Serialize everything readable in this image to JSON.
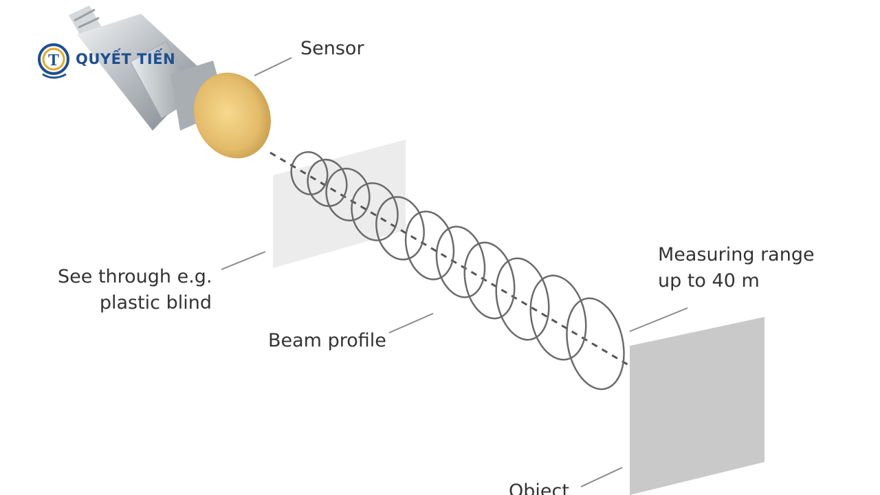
{
  "brand": {
    "name": "QUYẾT TIẾN",
    "monogram": "T",
    "colors": {
      "navy": "#1e4f8f",
      "gold": "#e2a92a"
    }
  },
  "labels": {
    "sensor": "Sensor",
    "see_through_line1": "See through e.g.",
    "see_through_line2": "plastic blind",
    "beam_profile": "Beam profile",
    "measuring_range_line1": "Measuring range",
    "measuring_range_line2": "up to 40 m",
    "object": "Object"
  },
  "colors": {
    "label_text": "#333333",
    "leader_line": "#8a8a8a",
    "beam": "#555555",
    "blind_panel": "#ececec",
    "object_panel": "#c9c9c9",
    "sensor_cap": "#e8c37a",
    "sensor_body": "#b8bcc0"
  }
}
